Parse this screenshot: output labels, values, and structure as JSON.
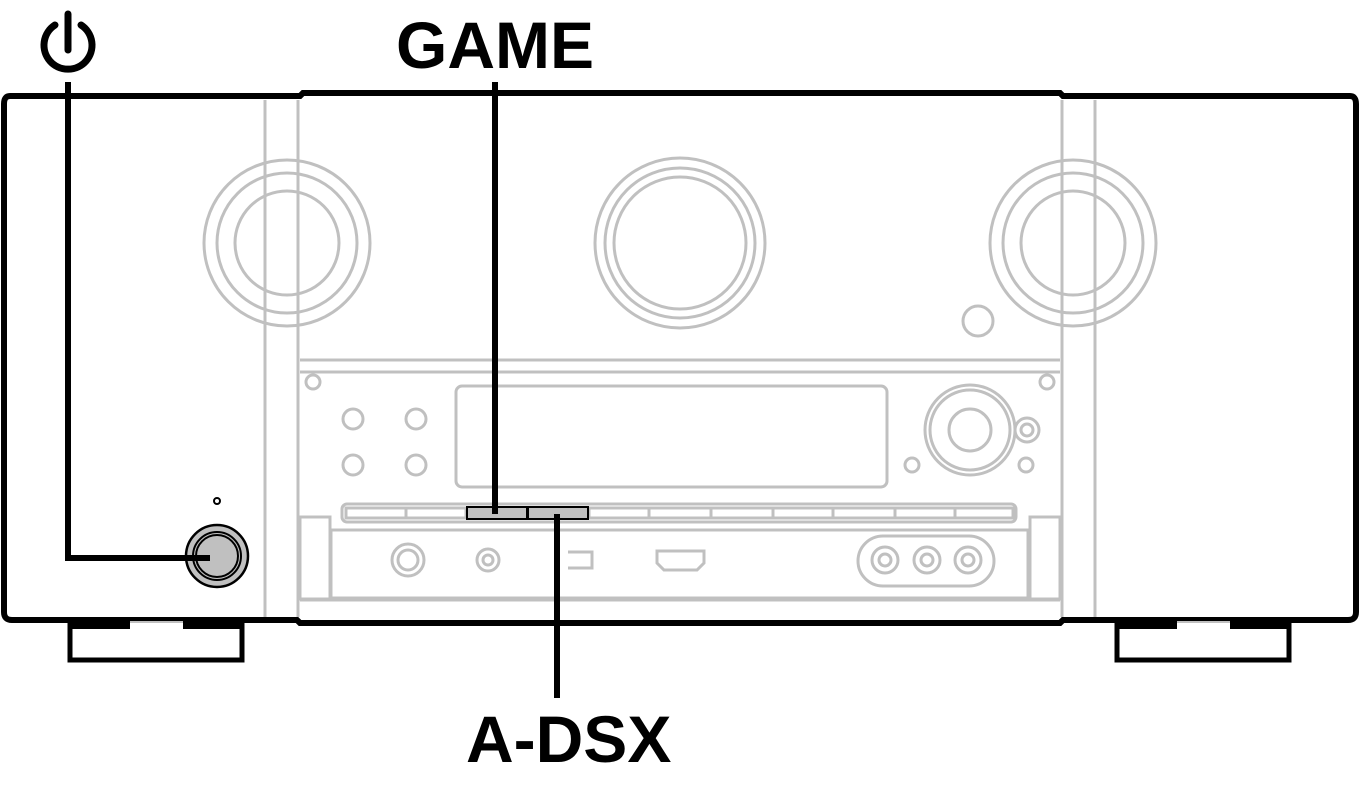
{
  "diagram": {
    "subject": "AV receiver front panel",
    "callouts": [
      {
        "id": "power",
        "label": "⏻",
        "icon": "power-icon",
        "target": "power-button"
      },
      {
        "id": "game",
        "label": "GAME",
        "target": "quick-select-button-3"
      },
      {
        "id": "adsx",
        "label": "A-DSX",
        "target": "quick-select-button-4"
      }
    ],
    "colors": {
      "outline": "#000000",
      "panel_lines": "#c0c0c0",
      "highlight_fill": "#c0c0c0",
      "background": "#ffffff"
    },
    "button_row_count": 11,
    "highlighted_buttons": [
      3,
      4
    ]
  }
}
